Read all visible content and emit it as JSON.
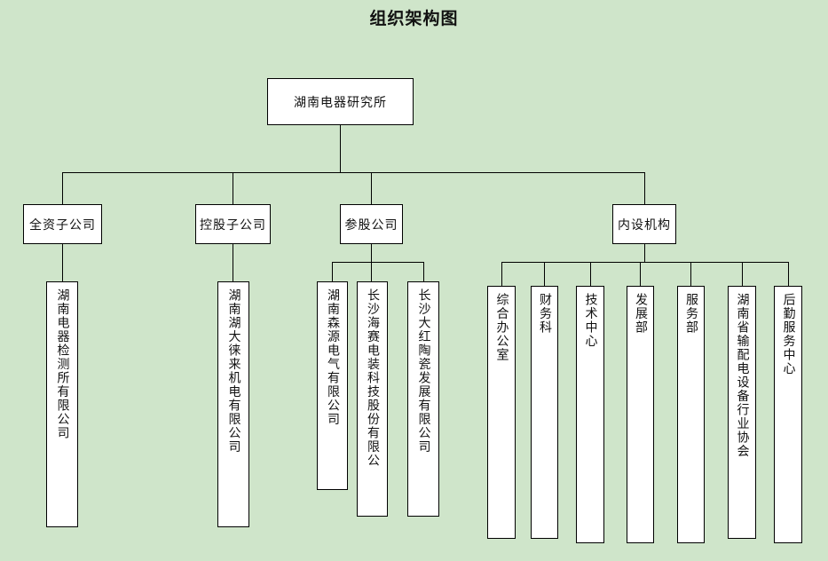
{
  "chart_data": {
    "type": "diagram",
    "diagram_kind": "organizational-chart",
    "title": "组织架构图",
    "background_color": "#cfe5ca",
    "node_fill_color": "#ffffff",
    "node_border_color": "#000000",
    "connector_color": "#000000",
    "orientation": "top-down",
    "levels": 3,
    "nodes": [
      {
        "id": "root",
        "label": "湖南电器研究所",
        "level": 0,
        "text_orientation": "horizontal",
        "parent": null
      },
      {
        "id": "l2-1",
        "label": "全资子公司",
        "level": 1,
        "text_orientation": "horizontal",
        "parent": "root"
      },
      {
        "id": "l2-2",
        "label": "控股子公司",
        "level": 1,
        "text_orientation": "horizontal",
        "parent": "root"
      },
      {
        "id": "l2-3",
        "label": "参股公司",
        "level": 1,
        "text_orientation": "horizontal",
        "parent": "root"
      },
      {
        "id": "l2-4",
        "label": "内设机构",
        "level": 1,
        "text_orientation": "horizontal",
        "parent": "root"
      },
      {
        "id": "l3-1",
        "label": "湖南电器检测所有限公司",
        "level": 2,
        "text_orientation": "vertical",
        "parent": "l2-1"
      },
      {
        "id": "l3-2",
        "label": "湖南湖大徕来机电有限公司",
        "level": 2,
        "text_orientation": "vertical",
        "parent": "l2-2"
      },
      {
        "id": "l3-3",
        "label": "湖南森源电气有限公司",
        "level": 2,
        "text_orientation": "vertical",
        "parent": "l2-3"
      },
      {
        "id": "l3-4",
        "label": "长沙海赛电装科技股份有限公",
        "level": 2,
        "text_orientation": "vertical",
        "parent": "l2-3"
      },
      {
        "id": "l3-5",
        "label": "长沙大红陶瓷发展有限公司",
        "level": 2,
        "text_orientation": "vertical",
        "parent": "l2-3"
      },
      {
        "id": "l3-6",
        "label": "综合办公室",
        "level": 2,
        "text_orientation": "vertical",
        "parent": "l2-4"
      },
      {
        "id": "l3-7",
        "label": "财务科",
        "level": 2,
        "text_orientation": "vertical",
        "parent": "l2-4"
      },
      {
        "id": "l3-8",
        "label": "技术中心",
        "level": 2,
        "text_orientation": "vertical",
        "parent": "l2-4"
      },
      {
        "id": "l3-9",
        "label": "发展部",
        "level": 2,
        "text_orientation": "vertical",
        "parent": "l2-4"
      },
      {
        "id": "l3-10",
        "label": "服务部",
        "level": 2,
        "text_orientation": "vertical",
        "parent": "l2-4"
      },
      {
        "id": "l3-11",
        "label": "湖南省输配电设备行业协会",
        "level": 2,
        "text_orientation": "vertical",
        "parent": "l2-4"
      },
      {
        "id": "l3-12",
        "label": "后勤服务中心",
        "level": 2,
        "text_orientation": "vertical",
        "parent": "l2-4"
      }
    ]
  },
  "chart": {
    "title": "组织架构图",
    "root": {
      "label": "湖南电器研究所"
    },
    "branches": {
      "wholly_owned": {
        "label": "全资子公司"
      },
      "holding": {
        "label": "控股子公司"
      },
      "equity": {
        "label": "参股公司"
      },
      "internal": {
        "label": "内设机构"
      }
    },
    "leaves": {
      "wholly_owned": [
        {
          "label": "湖南电器检测所有限公司"
        }
      ],
      "holding": [
        {
          "label": "湖南湖大徕来机电有限公司"
        }
      ],
      "equity": [
        {
          "label": "湖南森源电气有限公司"
        },
        {
          "label": "长沙海赛电装科技股份有限公"
        },
        {
          "label": "长沙大红陶瓷发展有限公司"
        }
      ],
      "internal": [
        {
          "label": "综合办公室"
        },
        {
          "label": "财务科"
        },
        {
          "label": "技术中心"
        },
        {
          "label": "发展部"
        },
        {
          "label": "服务部"
        },
        {
          "label": "湖南省输配电设备行业协会"
        },
        {
          "label": "后勤服务中心"
        }
      ]
    }
  }
}
